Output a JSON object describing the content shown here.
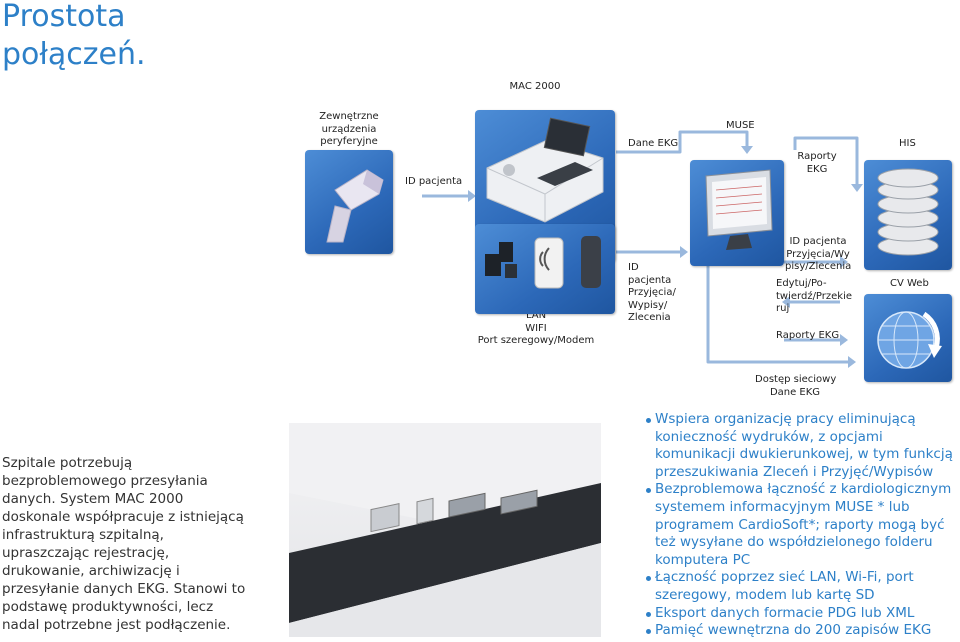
{
  "title": {
    "line1": "Prostota",
    "line2": "połączeń."
  },
  "diagram": {
    "mac2000": "MAC 2000",
    "peripheral": "Zewnętrzne urządzenia peryferyjne",
    "patient_id": "ID pacjenta",
    "muse": "MUSE",
    "his": "HIS",
    "ekg_data": "Dane EKG",
    "ekg_reports": "Raporty EKG",
    "connections": [
      "LAN",
      "WIFI",
      "Port szeregowy/Modem"
    ],
    "orders_left": [
      "ID",
      "pacjenta",
      "Przyjęcia/",
      "Wypisy/",
      "Zlecenia"
    ],
    "orders_right": [
      "ID pacjenta",
      "Przyjęcia/Wy",
      "pisy/Zlecenia"
    ],
    "edit": [
      "Edytuj/Po-",
      "twierdź/Przekie",
      "ruj"
    ],
    "reports_ekg_2": "Raporty EKG",
    "cv_web": "CV Web",
    "network_access": "Dostęp sieciowy",
    "ekg_data_2": "Dane EKG"
  },
  "body": {
    "paragraph": "Szpitale potrzebują bezproblemowego przesyłania danych. System MAC 2000 doskonale współpracuje z istniejącą infrastrukturą szpitalną, upraszczając rejestrację, drukowanie, archiwizację i przesyłanie danych EKG. Stanowi to podstawę produktywności, lecz nadal potrzebne jest podłączenie."
  },
  "bullets": [
    "Wspiera organizację pracy eliminującą konieczność wydruków, z opcjami komunikacji dwukierunkowej, w tym funkcją przeszukiwania Zleceń i Przyjęć/Wypisów",
    "Bezproblemowa łączność z kardiologicznym systemem informacyjnym MUSE * lub programem CardioSoft*; raporty mogą być też wysyłane do współdzielonego folderu komputera PC",
    "Łączność poprzez sieć LAN, Wi-Fi, port szeregowy, modem lub kartę SD",
    "Eksport danych formacie PDG lub XML",
    "Pamięć wewnętrzna do 200 zapisów EKG"
  ],
  "colors": {
    "accent": "#2d80c8",
    "box": "#3574c4",
    "line": "#7ea6d6"
  }
}
